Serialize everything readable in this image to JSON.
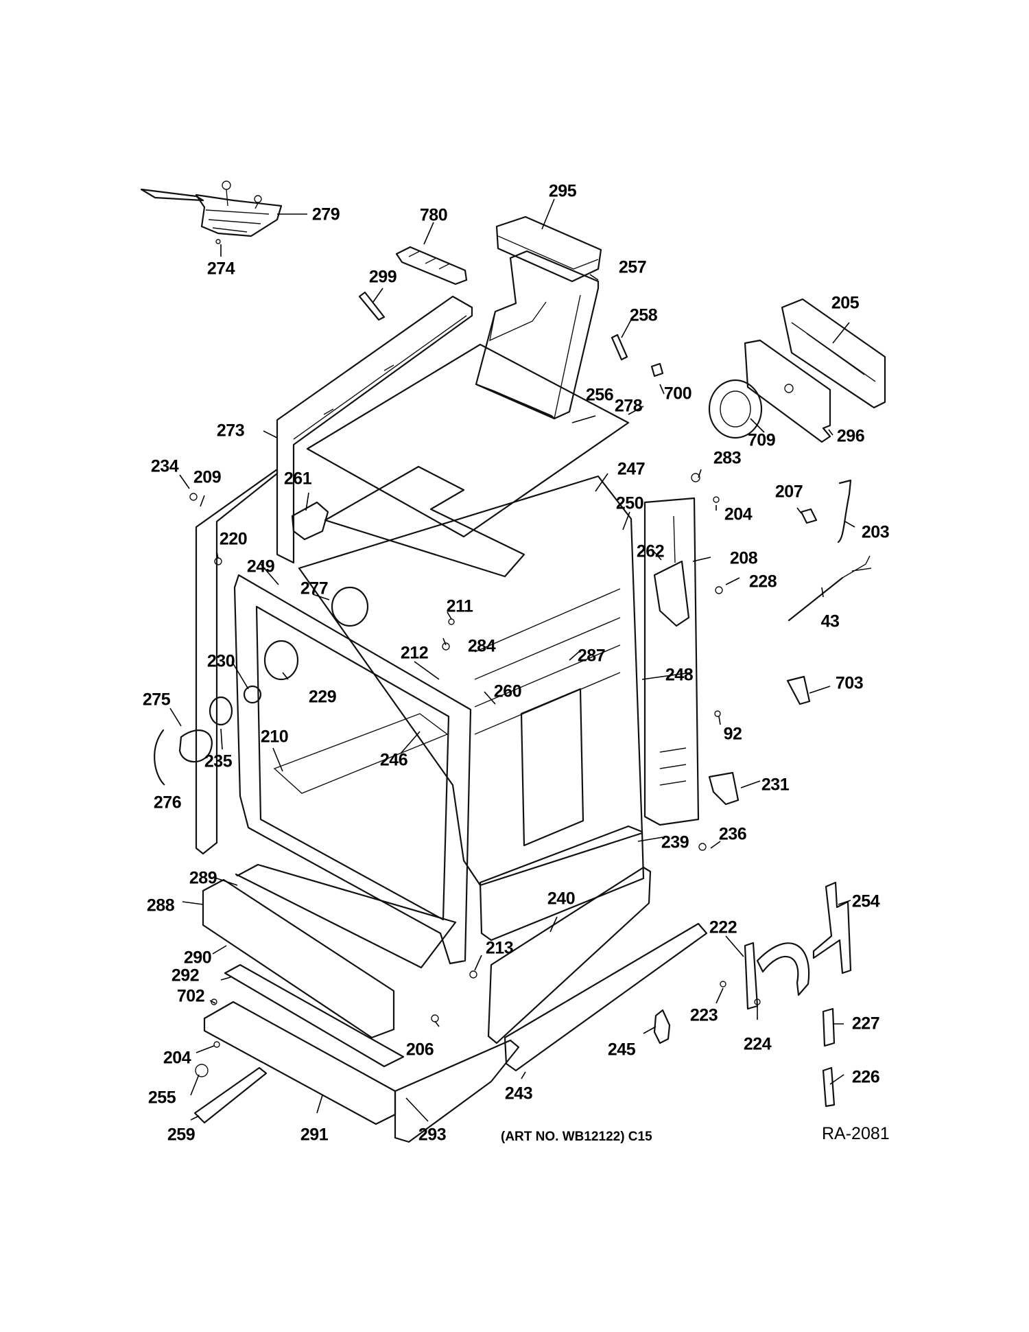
{
  "callouts": [
    {
      "id": "279",
      "label": "279"
    },
    {
      "id": "274",
      "label": "274"
    },
    {
      "id": "780",
      "label": "780"
    },
    {
      "id": "295",
      "label": "295"
    },
    {
      "id": "257",
      "label": "257"
    },
    {
      "id": "299",
      "label": "299"
    },
    {
      "id": "258",
      "label": "258"
    },
    {
      "id": "205",
      "label": "205"
    },
    {
      "id": "700",
      "label": "700"
    },
    {
      "id": "256",
      "label": "256"
    },
    {
      "id": "278",
      "label": "278"
    },
    {
      "id": "709",
      "label": "709"
    },
    {
      "id": "296",
      "label": "296"
    },
    {
      "id": "273",
      "label": "273"
    },
    {
      "id": "234",
      "label": "234"
    },
    {
      "id": "209",
      "label": "209"
    },
    {
      "id": "261",
      "label": "261"
    },
    {
      "id": "247",
      "label": "247"
    },
    {
      "id": "283",
      "label": "283"
    },
    {
      "id": "207",
      "label": "207"
    },
    {
      "id": "250",
      "label": "250"
    },
    {
      "id": "204a",
      "label": "204"
    },
    {
      "id": "203",
      "label": "203"
    },
    {
      "id": "220",
      "label": "220"
    },
    {
      "id": "249",
      "label": "249"
    },
    {
      "id": "262",
      "label": "262"
    },
    {
      "id": "208",
      "label": "208"
    },
    {
      "id": "228",
      "label": "228"
    },
    {
      "id": "277",
      "label": "277"
    },
    {
      "id": "211",
      "label": "211"
    },
    {
      "id": "43",
      "label": "43"
    },
    {
      "id": "284",
      "label": "284"
    },
    {
      "id": "212",
      "label": "212"
    },
    {
      "id": "287",
      "label": "287"
    },
    {
      "id": "230",
      "label": "230"
    },
    {
      "id": "248",
      "label": "248"
    },
    {
      "id": "703",
      "label": "703"
    },
    {
      "id": "229",
      "label": "229"
    },
    {
      "id": "260",
      "label": "260"
    },
    {
      "id": "275",
      "label": "275"
    },
    {
      "id": "92",
      "label": "92"
    },
    {
      "id": "210",
      "label": "210"
    },
    {
      "id": "246",
      "label": "246"
    },
    {
      "id": "235",
      "label": "235"
    },
    {
      "id": "231",
      "label": "231"
    },
    {
      "id": "276",
      "label": "276"
    },
    {
      "id": "236",
      "label": "236"
    },
    {
      "id": "239",
      "label": "239"
    },
    {
      "id": "289",
      "label": "289"
    },
    {
      "id": "288",
      "label": "288"
    },
    {
      "id": "240",
      "label": "240"
    },
    {
      "id": "254",
      "label": "254"
    },
    {
      "id": "222",
      "label": "222"
    },
    {
      "id": "213",
      "label": "213"
    },
    {
      "id": "290",
      "label": "290"
    },
    {
      "id": "292",
      "label": "292"
    },
    {
      "id": "702",
      "label": "702"
    },
    {
      "id": "223",
      "label": "223"
    },
    {
      "id": "227",
      "label": "227"
    },
    {
      "id": "206",
      "label": "206"
    },
    {
      "id": "224",
      "label": "224"
    },
    {
      "id": "245",
      "label": "245"
    },
    {
      "id": "204b",
      "label": "204"
    },
    {
      "id": "226",
      "label": "226"
    },
    {
      "id": "243",
      "label": "243"
    },
    {
      "id": "255",
      "label": "255"
    },
    {
      "id": "259",
      "label": "259"
    },
    {
      "id": "291",
      "label": "291"
    },
    {
      "id": "293",
      "label": "293"
    }
  ],
  "art_note": "(ART NO. WB12122) C15",
  "ref_code": "RA-2081"
}
